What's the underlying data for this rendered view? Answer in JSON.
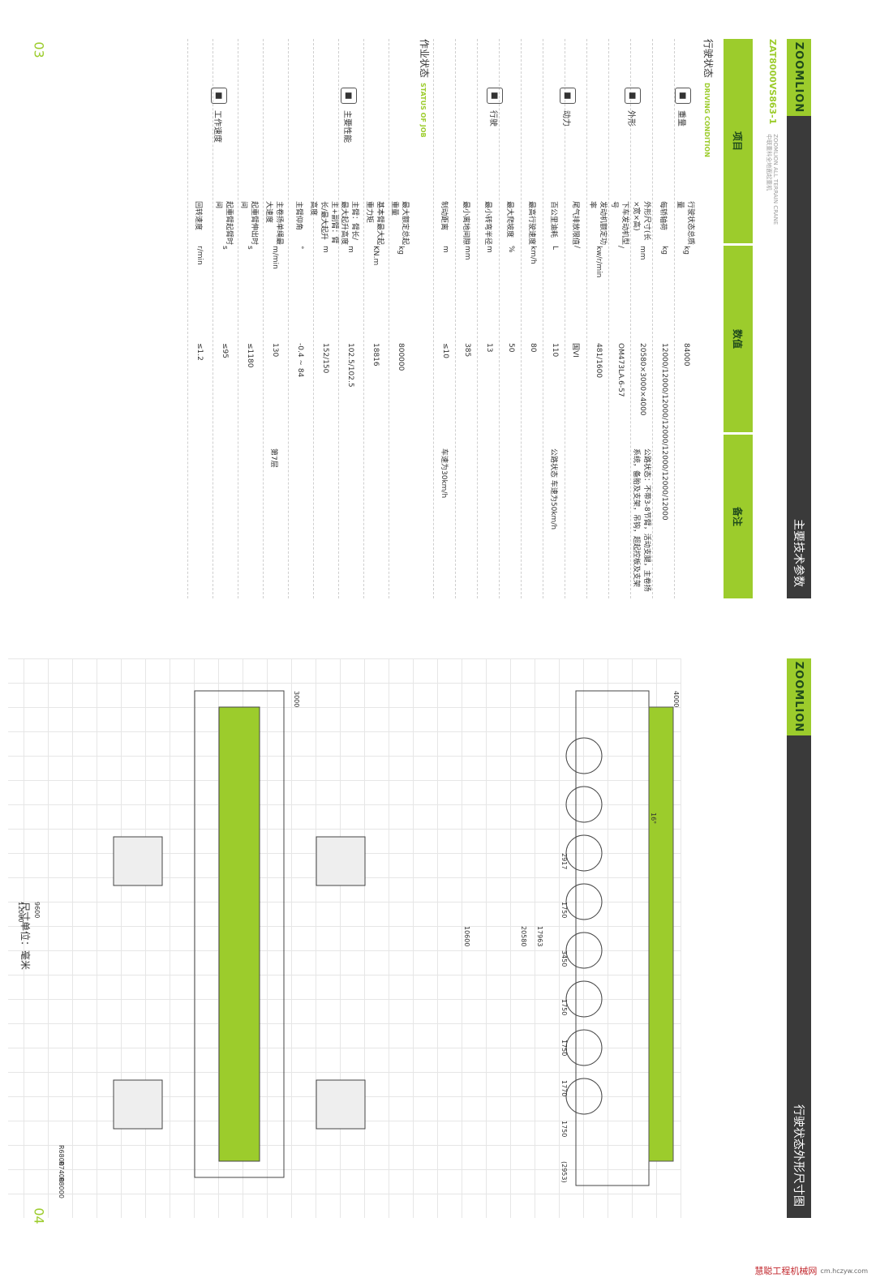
{
  "page_numbers": {
    "left": "03",
    "right": "04"
  },
  "header": {
    "brand": "ZOOMLION",
    "title_params": "主要技术参数",
    "title_dims": "行驶状态外形尺寸图"
  },
  "model": {
    "code": "ZAT8000VS863-1",
    "sub_en": "ZOOMLION ALL TERRAIN CRANE",
    "sub_cn": "中联重科全地面起重机"
  },
  "columns": {
    "item": "项目",
    "value": "数值",
    "note": "备注"
  },
  "driving": {
    "title": "行驶状态",
    "title_en": "DRIVING CONDITION"
  },
  "job": {
    "title": "作业状态",
    "title_en": "STATUS OF JOB"
  },
  "categories": [
    {
      "icon": "scale-icon",
      "label": "重量"
    },
    {
      "icon": "dimensions-icon",
      "label": "外形"
    },
    {
      "icon": "engine-icon",
      "label": "动力"
    },
    {
      "icon": "truck-icon",
      "label": "行驶"
    },
    {
      "icon": "boom-icon",
      "label": "主要性能"
    },
    {
      "icon": "speed-icon",
      "label": "工作速度"
    }
  ],
  "rows_driving": [
    {
      "name": "行驶状态总质量",
      "unit": "kg",
      "value": "84000",
      "note": ""
    },
    {
      "name": "每轿轴荷",
      "unit": "kg",
      "value": "12000/12000/12000/12000/12000/12000/12000",
      "note": ""
    },
    {
      "name": "外形尺寸(长×宽×高)",
      "unit": "mm",
      "value": "20580×3000×4000",
      "note": "公路状态：不带3-8节臂，活动支腿，主卷扬系统，备胎及支架，吊钩，超起控板及支架"
    },
    {
      "name": "下车发动机型号",
      "unit": "/",
      "value": "OM473LA.6-57",
      "note": ""
    },
    {
      "name": "发动机额定功率",
      "unit": "kw/r/min",
      "value": "481/1600",
      "note": ""
    },
    {
      "name": "尾气排放限值",
      "unit": "/",
      "value": "国VI",
      "note": ""
    },
    {
      "name": "百公里油耗",
      "unit": "L",
      "value": "110",
      "note": "公路状态 车速为50km/h"
    },
    {
      "name": "最高行驶速度",
      "unit": "km/h",
      "value": "80",
      "note": ""
    },
    {
      "name": "最大爬坡度",
      "unit": "%",
      "value": "50",
      "note": ""
    },
    {
      "name": "最小转弯半径",
      "unit": "m",
      "value": "13",
      "note": ""
    },
    {
      "name": "最小离地间隙",
      "unit": "mm",
      "value": "385",
      "note": ""
    },
    {
      "name": "制动距离",
      "unit": "m",
      "value": "≤10",
      "note": "车速为30km/h"
    }
  ],
  "rows_job": [
    {
      "name": "最大额定总起重量",
      "unit": "kg",
      "value": "800000",
      "note": ""
    },
    {
      "name": "基本臂最大起重力矩",
      "unit": "KN.m",
      "value": "18816",
      "note": ""
    },
    {
      "name": "主臂：臂长/最大起升高度",
      "unit": "m",
      "value": "102.5/102.5",
      "note": ""
    },
    {
      "name": "主+副臂：臂长/最大起升高度",
      "unit": "m",
      "value": "152/150",
      "note": ""
    },
    {
      "name": "主臂仰角",
      "unit": "°",
      "value": "-0.4 ~ 84",
      "note": ""
    },
    {
      "name": "主卷扬单绳最大速度",
      "unit": "m/min",
      "value": "130",
      "note": "第7层"
    },
    {
      "name": "起重臂伸出时间",
      "unit": "s",
      "value": "≤1180",
      "note": ""
    },
    {
      "name": "起重臂起臂时间",
      "unit": "s",
      "value": "≤95",
      "note": ""
    },
    {
      "name": "回转速度",
      "unit": "r/min",
      "value": "≤1.2",
      "note": ""
    }
  ],
  "drawing": {
    "unit_note": "尺寸单位：毫米",
    "dims": [
      "4000",
      "16°",
      "2917",
      "1750",
      "3450",
      "1750",
      "1750",
      "1770",
      "1750",
      "(2953)",
      "20580",
      "17963",
      "10600",
      "3000",
      "9600",
      "12000",
      "R6800",
      "R7400",
      "R8000"
    ]
  },
  "watermark": {
    "text": "慧聪工程机械网",
    "url": "cm.hczyw.com"
  }
}
